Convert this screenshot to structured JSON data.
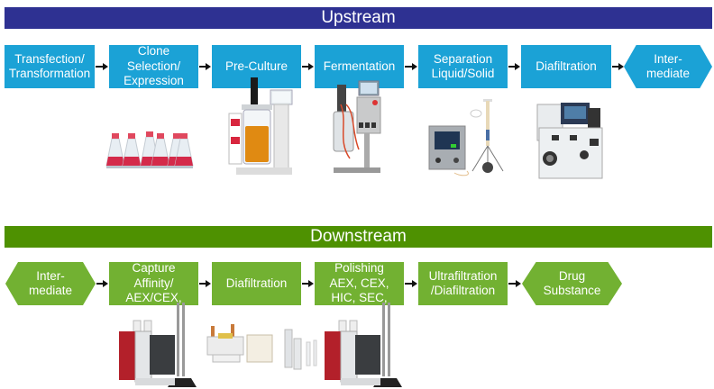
{
  "upstream": {
    "title": "Upstream",
    "color": "#2E3192",
    "step_color": "#1BA2D6",
    "steps": [
      {
        "label": "Transfection/\nTransformation",
        "shape": "box"
      },
      {
        "label": "Clone\nSelection/\nExpression",
        "shape": "box"
      },
      {
        "label": "Pre-Culture",
        "shape": "box"
      },
      {
        "label": "Fermentation",
        "shape": "box"
      },
      {
        "label": "Separation\nLiquid/Solid",
        "shape": "box"
      },
      {
        "label": "Diafiltration",
        "shape": "box"
      },
      {
        "label": "Inter-\nmediate",
        "shape": "hexagon"
      }
    ],
    "equipment": [
      "shake-flasks",
      "benchtop-bioreactor",
      "pilot-fermenter",
      "separation-system",
      "tangential-flow-filtration-system"
    ]
  },
  "downstream": {
    "title": "Downstream",
    "color": "#4E9101",
    "step_color": "#72B132",
    "steps": [
      {
        "label": "Inter-\nmediate",
        "shape": "hexagon"
      },
      {
        "label": "Capture\nAffinity/\nAEX/CEX,",
        "shape": "box"
      },
      {
        "label": "Diafiltration",
        "shape": "box"
      },
      {
        "label": "Polishing\nAEX, CEX,\nHIC, SEC,",
        "shape": "box"
      },
      {
        "label": "Ultrafiltration\n/Diafiltration",
        "shape": "box"
      },
      {
        "label": "Drug\nSubstance",
        "shape": "hexagon"
      }
    ],
    "equipment": [
      "chromatography-system",
      "filtration-cassettes",
      "chromatography-system"
    ]
  }
}
